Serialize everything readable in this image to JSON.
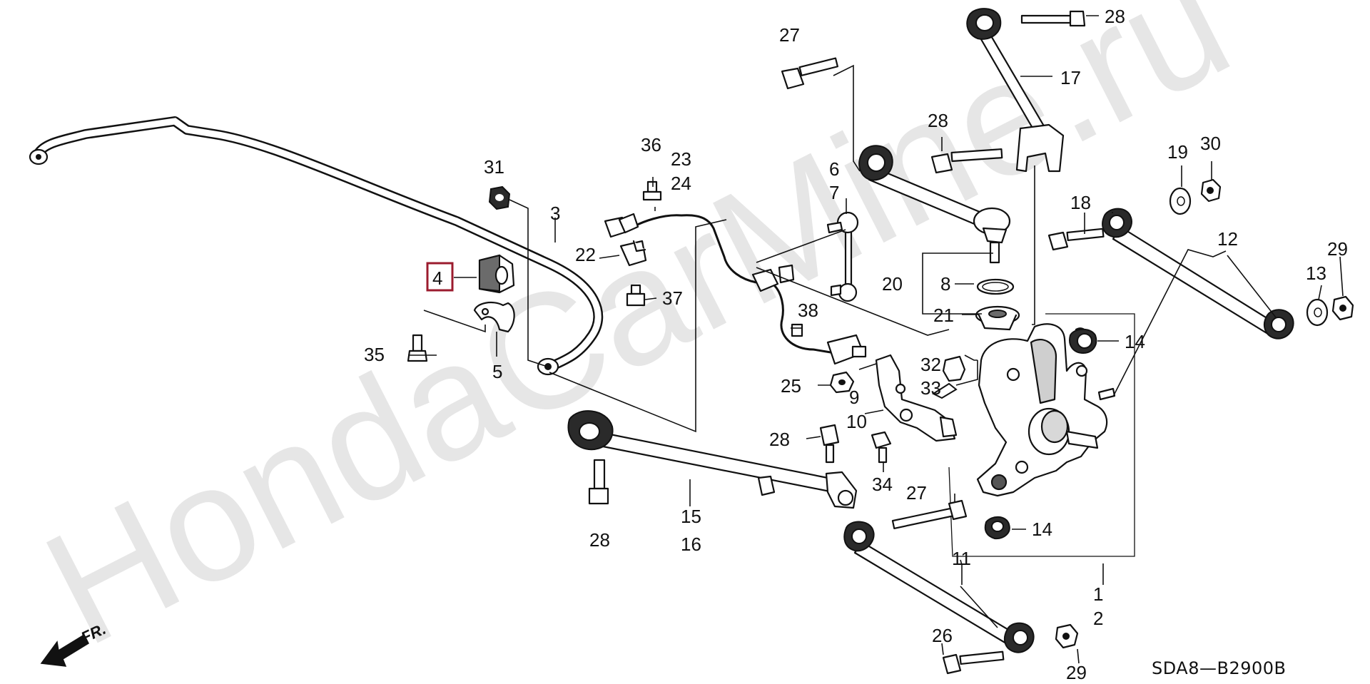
{
  "watermark": "HondaCarMine.ru",
  "diagram_code": "SDA8—B2900B",
  "direction_label": "FR.",
  "highlighted_callout": "4",
  "callouts": {
    "c1": "1",
    "c2": "2",
    "c3": "3",
    "c4": "4",
    "c5": "5",
    "c6": "6",
    "c7": "7",
    "c8": "8",
    "c9": "9",
    "c10": "10",
    "c11": "11",
    "c12": "12",
    "c13": "13",
    "c14a": "14",
    "c14b": "14",
    "c15": "15",
    "c16": "16",
    "c17": "17",
    "c18": "18",
    "c19": "19",
    "c20": "20",
    "c21": "21",
    "c22": "22",
    "c23": "23",
    "c24": "24",
    "c25": "25",
    "c26": "26",
    "c27a": "27",
    "c27b": "27",
    "c28a": "28",
    "c28b": "28",
    "c28c": "28",
    "c28d": "28",
    "c29a": "29",
    "c29b": "29",
    "c30": "30",
    "c31": "31",
    "c32": "32",
    "c33": "33",
    "c34": "34",
    "c35": "35",
    "c36": "36",
    "c37": "37",
    "c38": "38"
  }
}
